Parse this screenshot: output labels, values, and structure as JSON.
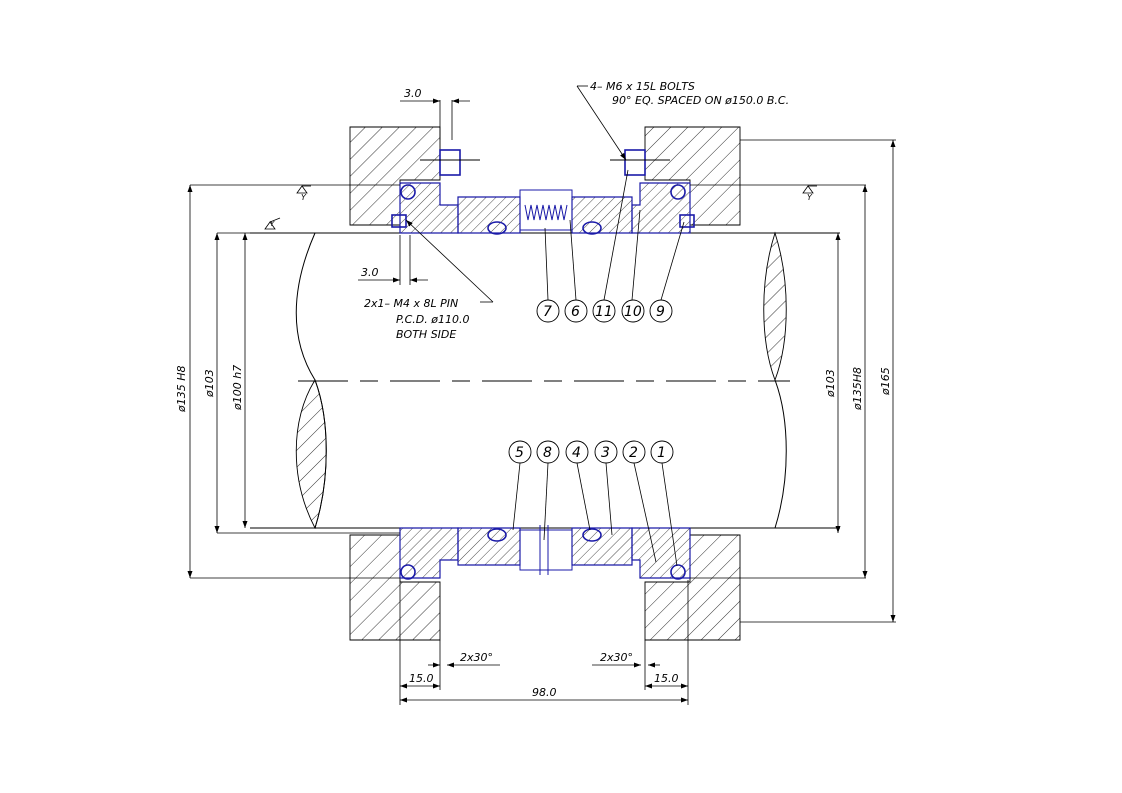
{
  "dimensions": {
    "top_offset": "3.0",
    "pin_offset": "3.0",
    "left_chamfer": "2x30°",
    "right_chamfer": "2x30°",
    "left_width": "15.0",
    "right_width": "15.0",
    "overall_length": "98.0",
    "dia_135_left": "ø135 H8",
    "dia_103_left": "ø103",
    "dia_100_left": "ø100 h7",
    "dia_103_right": "ø103",
    "dia_135_right": "ø135H8",
    "dia_165_right": "ø165"
  },
  "notes": {
    "bolts_line1": "4– M6 x 15L BOLTS",
    "bolts_line2": "90° EQ. SPACED  ON ø150.0 B.C.",
    "pin_line1": "2x1– M4 x 8L PIN",
    "pin_line2": "P.C.D. ø110.0",
    "pin_line3": "BOTH SIDE"
  },
  "surface_marks": {
    "left": "Y",
    "right": "Y",
    "shaft": "Y"
  },
  "balloons_upper": [
    "7",
    "6",
    "11",
    "10",
    "9"
  ],
  "balloons_lower": [
    "5",
    "8",
    "4",
    "3",
    "2",
    "1"
  ],
  "colors": {
    "part_outline": "#1a1aa8",
    "dimension": "#000000"
  }
}
